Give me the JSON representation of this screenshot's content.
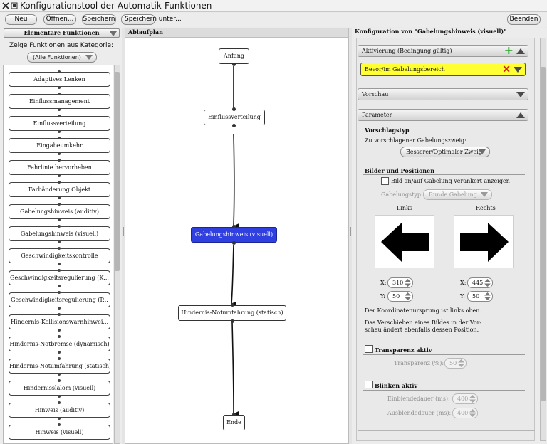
{
  "window": {
    "title": "Konfigurationstool der Automatik-Funktionen"
  },
  "toolbar": {
    "new_label": "Neu",
    "open_label": "Öffnen...",
    "save_label": "Speichern",
    "save_as_label": "Speichern unter...",
    "quit_label": "Beenden"
  },
  "left": {
    "header": "Elementare Funktionen",
    "category_label": "Zeige Funktionen aus Kategorie:",
    "category_value": "(Alle Funktionen)",
    "items": [
      "Adaptives Lenken",
      "Einflussmanagement",
      "Einflussverteilung",
      "Eingabeumkehr",
      "Fahrlinie hervorheben",
      "Farbänderung Objekt",
      "Gabelungshinweis (auditiv)",
      "Gabelungshinweis (visuell)",
      "Geschwindigkeitskontrolle",
      "Geschwindigkeitsregulierung (K...",
      "Geschwindigkeitsregulierung (P...",
      "Hindernis-Kollisionswarnhinwei...",
      "Hindernis-Notbremse (dynamisch)",
      "Hindernis-Notumfahrung (statisch)",
      "Hindernisslalom (visuell)",
      "Hinweis (auditiv)",
      "Hinweis (visuell)"
    ]
  },
  "center": {
    "header": "Ablaufplan",
    "nodes": {
      "start": "Anfang",
      "n1": "Einflussverteilung",
      "n2": "Gabelungshinweis (visuell)",
      "n3": "Hindernis-Notumfahrung (statisch)",
      "end": "Ende"
    }
  },
  "right": {
    "header": "Konfiguration von \"Gabelungshinweis (visuell)\"",
    "activation_title": "Aktivierung (Bedingung gültig)",
    "condition": "Bevor/im Gabelungsbereich",
    "preview_title": "Vorschau",
    "params_title": "Parameter",
    "suggestion_type_heading": "Vorschlagstyp",
    "suggested_branch_label": "Zu vorschlagener Gabelungszweig:",
    "suggested_branch_value": "Besserer/Optimaler Zweig",
    "images_heading": "Bilder und Positionen",
    "anchor_checkbox_label": "Bild an/auf Gabelung verankert anzeigen",
    "fork_type_label": "Gabelungstyp:",
    "fork_type_value": "Runde Gabelung",
    "left_label": "Links",
    "right_label": "Rechts",
    "x_label": "X:",
    "y_label": "Y:",
    "left_x": "310",
    "left_y": "50",
    "right_x": "445",
    "right_y": "50",
    "coord_note": "Der Koordinatenursprung ist links oben.",
    "move_note_1": "Das Verschieben eines Bildes in der Vor-",
    "move_note_2": "schau ändert ebenfalls dessen Position.",
    "transparency_heading": "Transparenz aktiv",
    "transparency_label": "Transparenz (%):",
    "transparency_value": "50",
    "blink_heading": "Blinken aktiv",
    "fade_in_label": "Einblendedauer (ms):",
    "fade_in_value": "400",
    "fade_out_label": "Ausblendedauer (ms):",
    "fade_out_value": "400"
  },
  "colors": {
    "selected_node": "#2f3fe0",
    "condition_bg": "#ffff33",
    "add_icon": "#1fa31f",
    "remove_icon": "#d42020"
  }
}
